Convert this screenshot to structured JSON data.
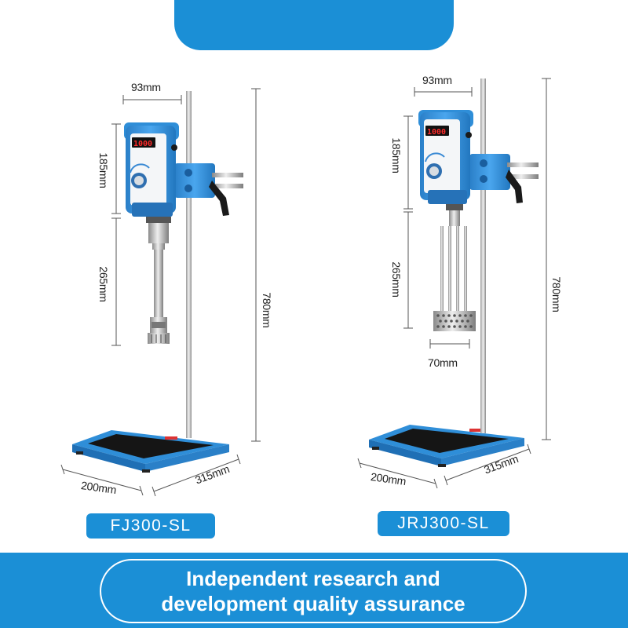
{
  "left_product": {
    "model": "FJ300-SL",
    "dims": {
      "head_width": "93mm",
      "head_height": "185mm",
      "shaft_length": "265mm",
      "stand_height": "780mm",
      "base_depth": "200mm",
      "base_width": "315mm"
    },
    "display_readout": "1000"
  },
  "right_product": {
    "model": "JRJ300-SL",
    "dims": {
      "head_width": "93mm",
      "head_height": "185mm",
      "shaft_length": "265mm",
      "stand_height": "780mm",
      "impeller_width": "70mm",
      "base_depth": "200mm",
      "base_width": "315mm"
    },
    "display_readout": "1000"
  },
  "footer": {
    "line1": "Independent research and",
    "line2": "development quality assurance"
  },
  "colors": {
    "brand_blue": "#1b8fd6",
    "device_blue": "#2f8ed8",
    "display_red": "#ff2a2a"
  }
}
